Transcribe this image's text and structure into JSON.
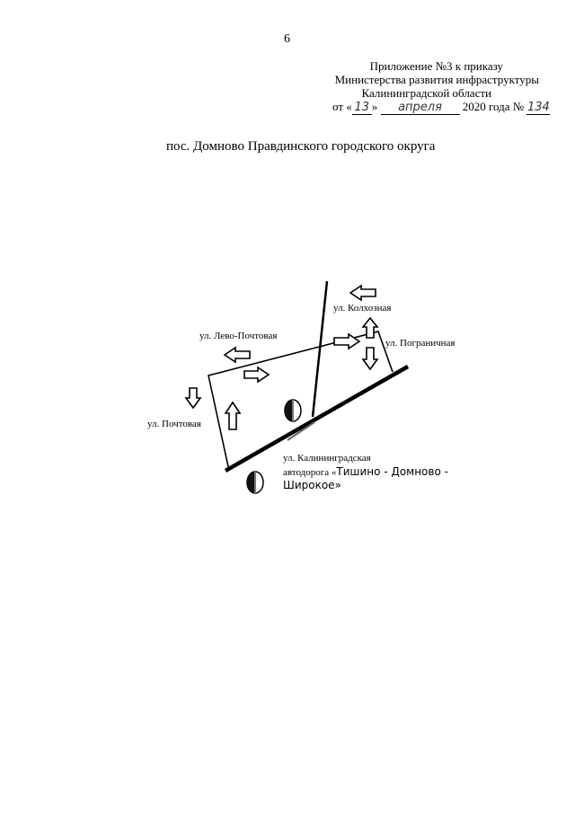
{
  "page": {
    "number": "6"
  },
  "header": {
    "line1": "Приложение №3 к приказу",
    "line2": "Министерства развития инфраструктуры",
    "line3": "Калининградской области",
    "order": {
      "prefix": "от «",
      "day": "13",
      "mid": "»",
      "month": "апреля",
      "year_text": "2020 года №",
      "number": "134"
    }
  },
  "title": "пос. Домново Правдинского городского округа",
  "map": {
    "labels": {
      "kolkhoznaya": "ул. Колхозная",
      "levo_pochtovaya": "ул. Лево-Почтовая",
      "pogranichnaya": "ул. Пограничная",
      "pochtovaya": "ул. Почтовая",
      "kaliningradskaya": "ул. Калининградская",
      "road_prefix": "автодорога «",
      "road_name_1": "Тишино - Домново -",
      "road_name_2": "Широкое»"
    }
  }
}
